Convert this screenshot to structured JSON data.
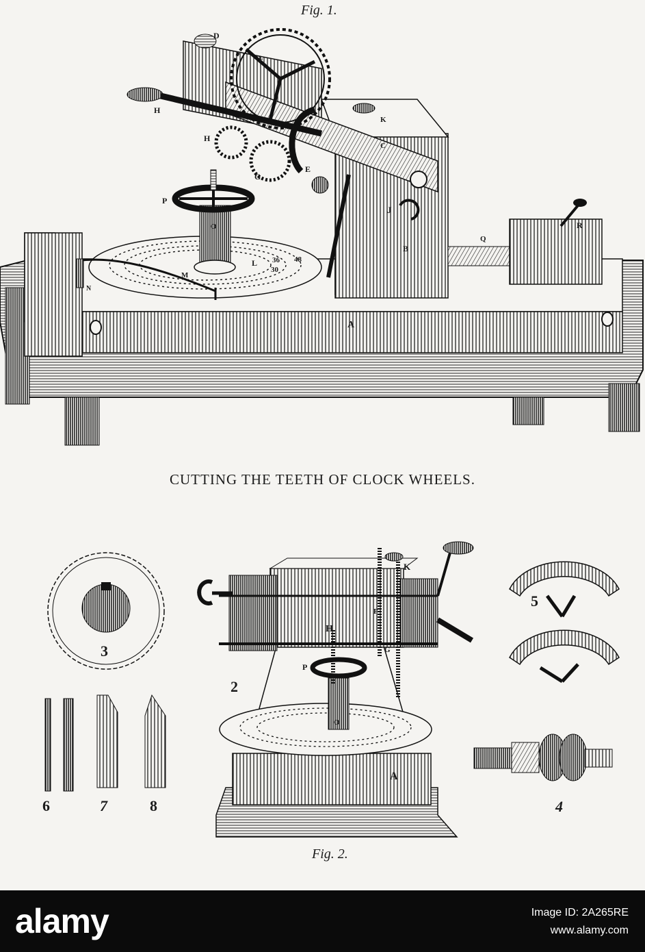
{
  "plate": {
    "fig1_caption": "Fig. 1.",
    "title": "CUTTING THE TEETH OF CLOCK WHEELS.",
    "fig2_caption": "Fig. 2."
  },
  "fig1_labels": {
    "D": "D",
    "F": "F",
    "C": "C",
    "H": "H",
    "K": "K",
    "G": "G",
    "E": "E",
    "J": "J",
    "B": "B",
    "P": "P",
    "O": "O",
    "L": "L",
    "M": "M",
    "N": "N",
    "A": "A",
    "Q": "Q",
    "R": "R",
    "n36": "36",
    "n30": "30",
    "n48": "48"
  },
  "fig2_labels": {
    "K": "K",
    "H": "H",
    "F": "F",
    "G": "G",
    "P": "P",
    "O": "O",
    "A": "A"
  },
  "part_numbers": {
    "n2": "2",
    "n3": "3",
    "n4": "4",
    "n5": "5",
    "n6": "6",
    "n7": "7",
    "n8": "8"
  },
  "footer": {
    "logo": "alamy",
    "image_id": "Image ID: 2A265RE",
    "site": "www.alamy.com"
  }
}
